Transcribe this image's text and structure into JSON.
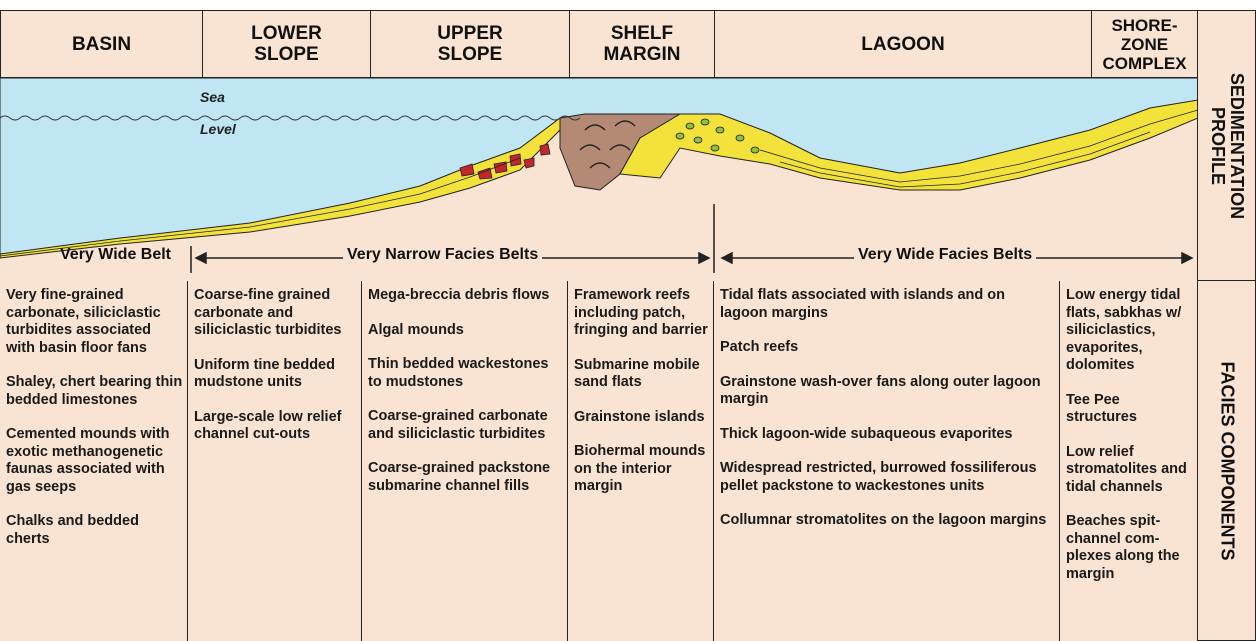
{
  "headers": [
    {
      "key": "basin",
      "label": "BASIN"
    },
    {
      "key": "lower_slope",
      "label": "LOWER\nSLOPE"
    },
    {
      "key": "upper_slope",
      "label": "UPPER\nSLOPE"
    },
    {
      "key": "shelf_margin",
      "label": "SHELF\nMARGIN"
    },
    {
      "key": "lagoon",
      "label": "LAGOON"
    },
    {
      "key": "shore_zone",
      "label": "SHORE-\nZONE\nCOMPLEX"
    }
  ],
  "side_labels": {
    "sedimentation_profile": "SEDIMENTATION\nPROFILE",
    "facies_components": "FACIES COMPONENTS"
  },
  "sea_level": {
    "line1": "Sea",
    "line2": "Level"
  },
  "belts": {
    "very_wide_belt": "Very Wide Belt",
    "very_narrow": "Very Narrow Facies Belts",
    "very_wide_facies": "Very Wide Facies Belts"
  },
  "columns": [
    {
      "key": "basin",
      "items": [
        "Very fine-grained carbonate, siliciclastic turbidites associated with basin floor fans",
        "Shaley, chert bearing thin bedded limestones",
        "Cemented mounds with exotic methanogenetic faunas associated with gas seeps",
        "Chalks and bedded cherts"
      ]
    },
    {
      "key": "lower_slope",
      "items": [
        "Coarse-fine grained carbonate and siliciclastic turbidites",
        "Uniform tine bedded mudstone units",
        "Large-scale low relief channel cut-outs"
      ]
    },
    {
      "key": "upper_slope",
      "items": [
        "Mega-breccia debris flows",
        "Algal mounds",
        "Thin bedded wackestones to mudstones",
        "Coarse-grained carbonate and siliciclastic turbidites",
        "Coarse-grained packstone submarine channel fills"
      ]
    },
    {
      "key": "shelf_margin",
      "items": [
        "Framework reefs including patch, fringing and barrier",
        "Submarine mobile sand flats",
        "Grainstone islands",
        "Biohermal mounds on the interior margin"
      ]
    },
    {
      "key": "lagoon",
      "items": [
        "Tidal flats associated with islands and on lagoon margins",
        "Patch reefs",
        "Grainstone wash-over fans along outer lagoon margin",
        "Thick lagoon-wide subaqueous evaporites",
        "Widespread restricted, burrowed fossiliferous pellet packstone to wackestones units",
        "Collumnar stromatolites on the lagoon margins"
      ]
    },
    {
      "key": "shore_zone",
      "items": [
        "Low energy tidal flats, sabkhas w/ siliciclastics, evaporites, dolomites",
        "Tee Pee structures",
        "Low relief stromatolites and tidal channels",
        "Beaches spit-channel com-plexes along the margin"
      ]
    }
  ],
  "colors": {
    "background": "#f9e4d3",
    "water": "#bfe6f2",
    "sediment": "#f2e23a",
    "reef": "#b48a74",
    "breccia": "#c3262b",
    "border": "#222222"
  }
}
